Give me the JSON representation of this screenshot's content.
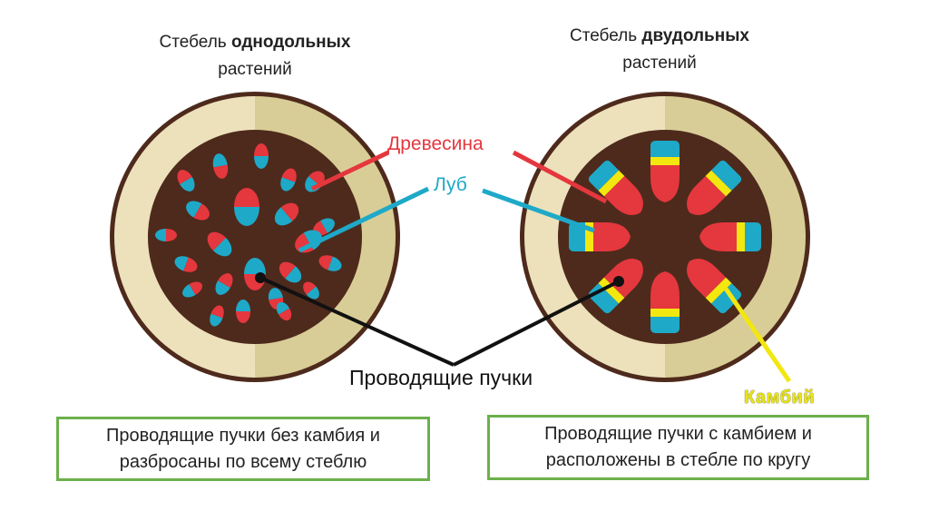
{
  "left_title": {
    "prefix": "Стебель ",
    "bold": "однодольных",
    "line2": "растений"
  },
  "right_title": {
    "prefix": "Стебель ",
    "bold": "двудольных",
    "line2": "растений"
  },
  "labels": {
    "wood": "Древесина",
    "phloem": "Луб",
    "bundles": "Проводящие пучки",
    "cambium": "Камбий"
  },
  "boxes": {
    "left_line1": "Проводящие пучки без камбия и",
    "left_line2": "разбросаны по всему стеблю",
    "right_line1": "Проводящие пучки с камбием и",
    "right_line2": "расположены в стебле по кругу"
  },
  "colors": {
    "wood": "#e5373e",
    "phloem": "#1fa9c8",
    "cambium": "#f2e70f",
    "core": "#4e2a1c",
    "rind_light": "#ede1bb",
    "rind_dark": "#d9cd97",
    "box_border": "#6cb04a"
  }
}
